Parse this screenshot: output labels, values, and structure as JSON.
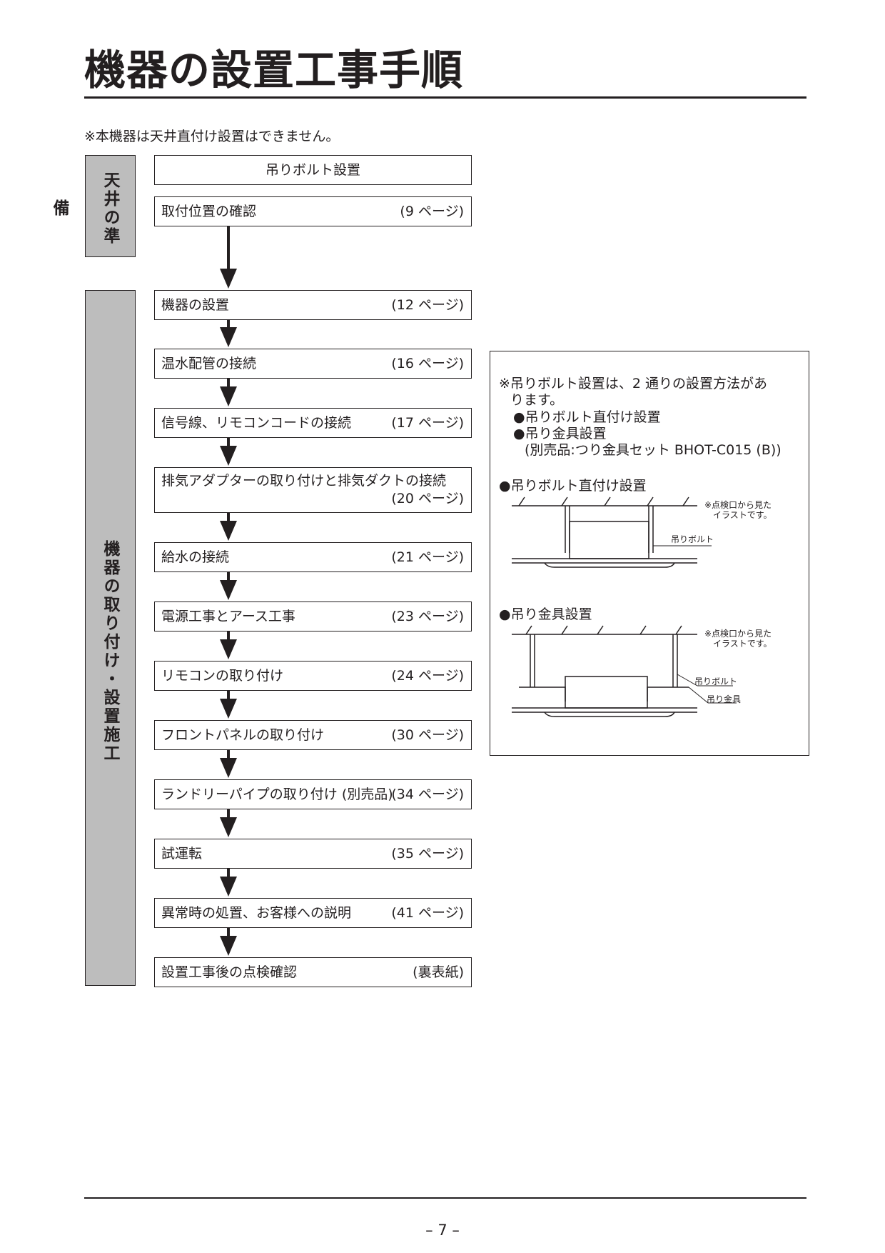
{
  "title": "機器の設置工事手順",
  "note": "※本機器は天井直付け設置はできません。",
  "sections": {
    "ceiling_prep": "天井の準備",
    "install": "機器の取り付け・設置施工"
  },
  "steps": [
    {
      "label": "吊りボルト設置",
      "page": ""
    },
    {
      "label": "取付位置の確認",
      "page": "(9 ページ)"
    },
    {
      "label": "機器の設置",
      "page": "(12 ページ)"
    },
    {
      "label": "温水配管の接続",
      "page": "(16 ページ)"
    },
    {
      "label": "信号線、リモコンコードの接続",
      "page": "(17 ページ)"
    },
    {
      "label": "排気アダプターの取り付けと排気ダクトの接続",
      "page": "(20 ページ)"
    },
    {
      "label": "給水の接続",
      "page": "(21 ページ)"
    },
    {
      "label": "電源工事とアース工事",
      "page": "(23 ページ)"
    },
    {
      "label": "リモコンの取り付け",
      "page": "(24 ページ)"
    },
    {
      "label": "フロントパネルの取り付け",
      "page": "(30 ページ)"
    },
    {
      "label": "ランドリーパイプの取り付け (別売品)",
      "page": "(34 ページ)"
    },
    {
      "label": "試運転",
      "page": "(35 ページ)"
    },
    {
      "label": "異常時の処置、お客様への説明",
      "page": "(41 ページ)"
    },
    {
      "label": "設置工事後の点検確認",
      "page": "(裏表紙)"
    }
  ],
  "info": {
    "line1": "※吊りボルト設置は、2 通りの設置方法があ",
    "line2": "ります。",
    "method1": "●吊りボルト直付け設置",
    "method2": "●吊り金具設置",
    "method2_note": "(別売品:つり金具セット BHOT-C015 (B))",
    "diagram1": {
      "title": "●吊りボルト直付け設置",
      "view_note_1": "※点検口から見た",
      "view_note_2": "イラストです。",
      "label_bolt": "吊りボルト"
    },
    "diagram2": {
      "title": "●吊り金具設置",
      "view_note_1": "※点検口から見た",
      "view_note_2": "イラストです。",
      "label_bolt": "吊りボルト",
      "label_bracket": "吊り金具"
    }
  },
  "page_number": "– 7 –"
}
